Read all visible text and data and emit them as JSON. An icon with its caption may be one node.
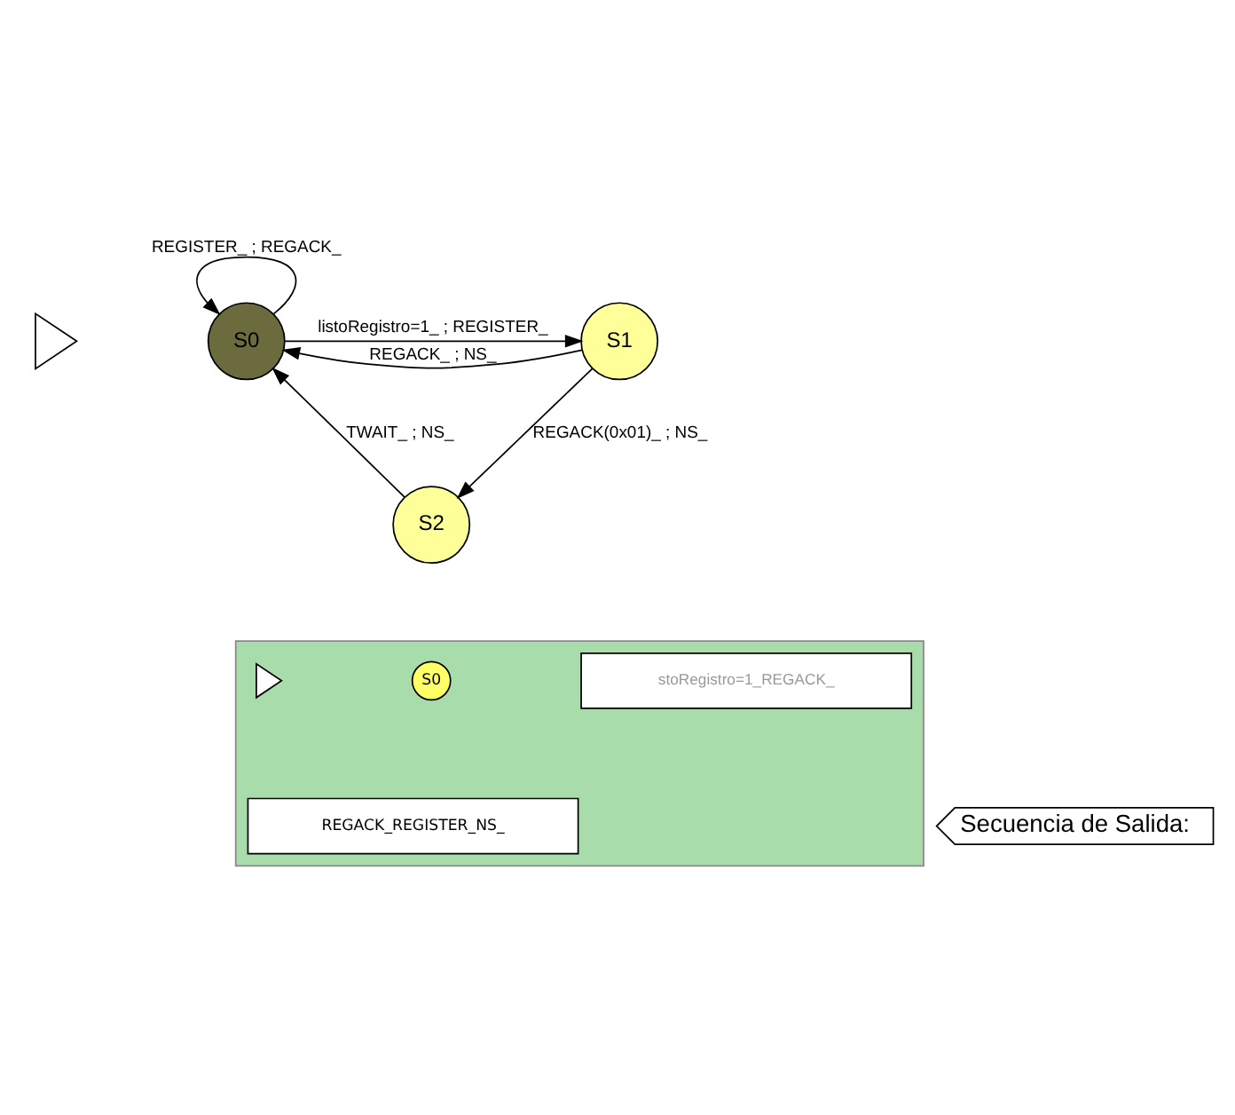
{
  "diagram": {
    "nodes": [
      {
        "text": [
          "S0"
        ]
      },
      {
        "text": [
          "S1"
        ]
      },
      {
        "text": [
          "S2"
        ]
      },
      {
        "text": [],
        "shape": "triangle"
      },
      {
        "text": [],
        "shape": "box"
      },
      {
        "text": [],
        "shape": "triangle",
        "in": 4
      },
      {
        "text": [
          "S0"
        ],
        "in": 4
      },
      {
        "text": [
          "stoRegistro=1_REGACK_"
        ],
        "in": 4
      },
      {
        "text": [
          "REGACK_REGISTER_NS_"
        ],
        "in": 4
      },
      {
        "text": [
          "Secuencia de Salida:"
        ]
      }
    ],
    "edges": [
      {
        "from": 0,
        "to": 0,
        "arrow": "to",
        "label": "REGISTER_ ; REGACK_"
      },
      {
        "from": 0,
        "to": 1,
        "arrow": "to",
        "label": "listoRegistro=1_ ; REGISTER_"
      },
      {
        "from": 1,
        "to": 0,
        "arrow": "to",
        "label": "REGACK_ ; NS_"
      },
      {
        "from": 1,
        "to": 2,
        "arrow": "to",
        "label": "REGACK(0x01)_ ; NS_"
      },
      {
        "from": 2,
        "to": 0,
        "arrow": "to",
        "label": "TWAIT_ ; NS_"
      }
    ]
  }
}
